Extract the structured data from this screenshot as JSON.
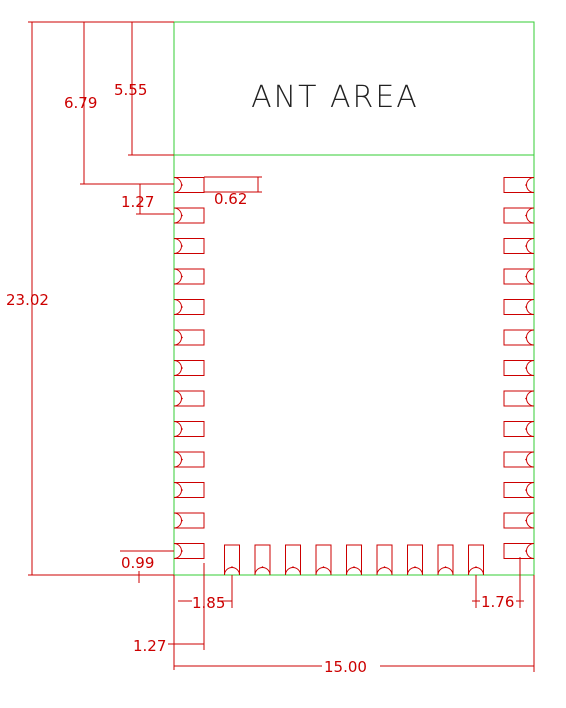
{
  "colors": {
    "outline": "#33cc33",
    "dimension": "#cc0000",
    "label": "#222222",
    "background": "#ffffff"
  },
  "antenna": {
    "label": "ANT AREA"
  },
  "dimensions": {
    "overall_height": "23.02",
    "ant_to_first_pad": "6.79",
    "ant_area_height": "5.55",
    "pad_pitch": "1.27",
    "pad_width": "0.62",
    "bottom_pad_offset": "0.99",
    "left_pad_pitch": "1.85",
    "right_pad_offset": "1.76",
    "pad_length": "1.27",
    "overall_width": "15.00"
  },
  "pads": {
    "left_count": 13,
    "right_count": 13,
    "bottom_count": 9
  }
}
